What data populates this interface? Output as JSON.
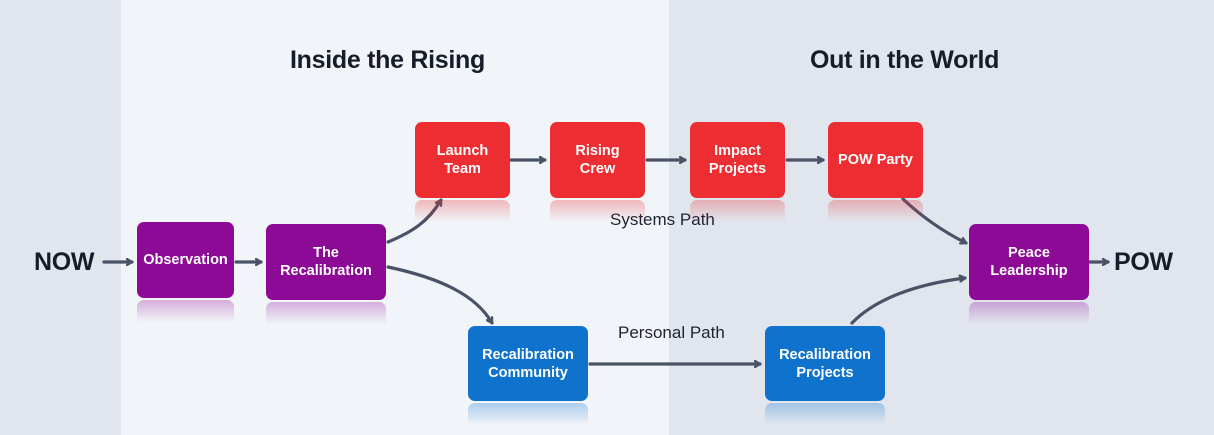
{
  "sections": {
    "left_title": "Inside the Rising",
    "right_title": "Out in the World"
  },
  "endpoints": {
    "start": "NOW",
    "end": "POW"
  },
  "paths": {
    "systems": "Systems Path",
    "personal": "Personal Path"
  },
  "nodes": {
    "observation": "Observation",
    "recalibration": "The\nRecalibration",
    "launch_team": "Launch\nTeam",
    "rising_crew": "Rising Crew",
    "impact_projects": "Impact\nProjects",
    "pow_party": "POW Party",
    "peace_leadership": "Peace\nLeadership",
    "recalibration_community": "Recalibration\nCommunity",
    "recalibration_projects": "Recalibration\nProjects"
  },
  "colors": {
    "purple": "#8c0a96",
    "red": "#ec2d31",
    "blue": "#0f72cc",
    "arrow": "#4a5266",
    "band_light": "#f1f4f8",
    "band_dark": "#e1e6ee"
  }
}
